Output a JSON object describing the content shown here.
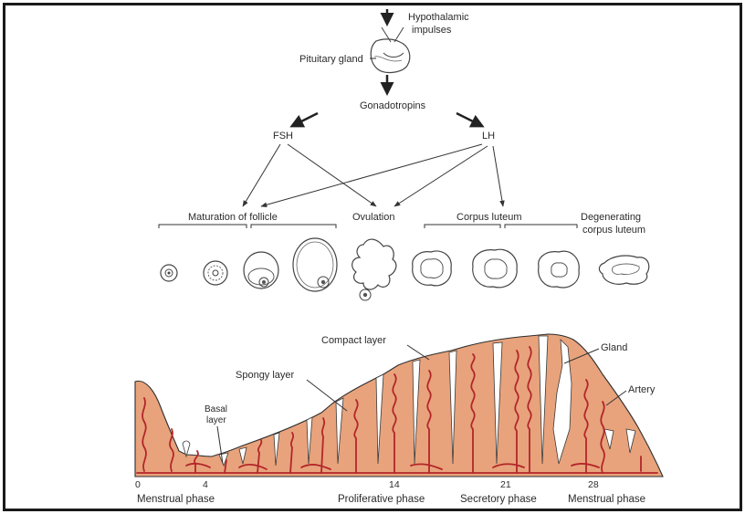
{
  "labels": {
    "hypothalamic_line1": "Hypothalamic",
    "hypothalamic_line2": "impulses",
    "pituitary": "Pituitary gland",
    "gonadotropins": "Gonadotropins",
    "fsh": "FSH",
    "lh": "LH",
    "maturation": "Maturation of follicle",
    "ovulation": "Ovulation",
    "corpus_luteum": "Corpus luteum",
    "degenerating_line1": "Degenerating",
    "degenerating_line2": "corpus luteum",
    "compact_layer": "Compact layer",
    "spongy_layer": "Spongy layer",
    "basal_line1": "Basal",
    "basal_line2": "layer",
    "gland": "Gland",
    "artery": "Artery"
  },
  "days": [
    "0",
    "4",
    "14",
    "21",
    "28"
  ],
  "phases": [
    "Menstrual phase",
    "Proliferative phase",
    "Secretory phase",
    "Menstrual phase"
  ],
  "colors": {
    "tissue": "#e8a37c",
    "vessel": "#b3262a",
    "outline": "#2e2e2e"
  }
}
